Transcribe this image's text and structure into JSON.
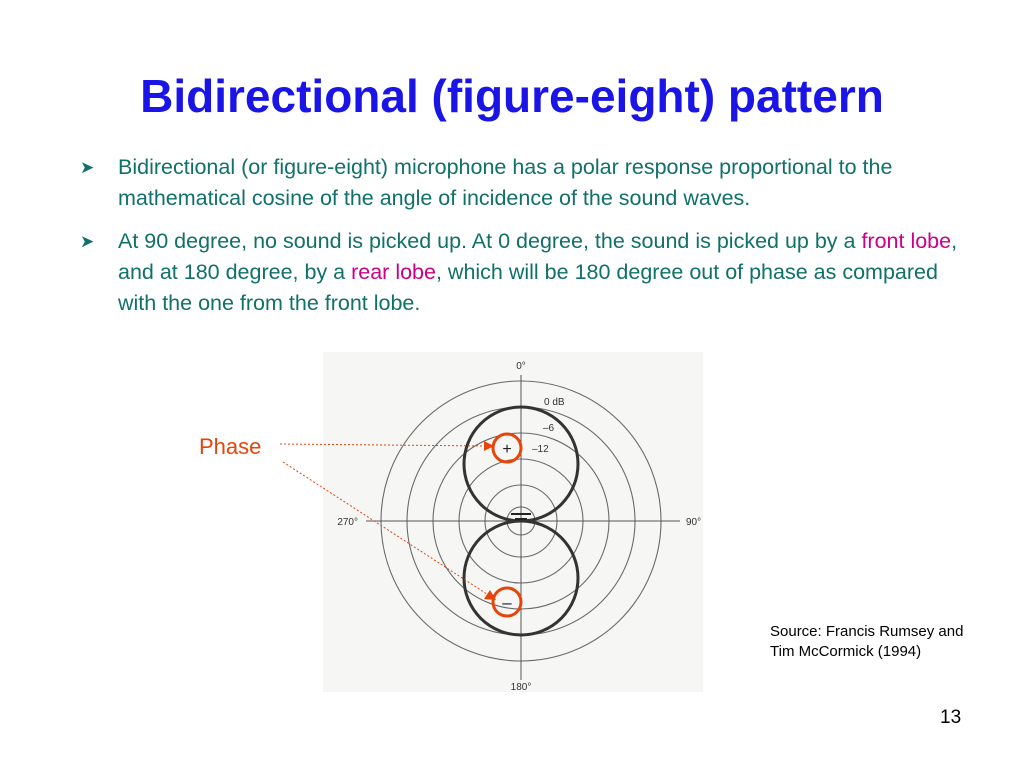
{
  "slide": {
    "title": "Bidirectional (figure-eight) pattern",
    "bullets": [
      {
        "icon": "arrow-bullet-icon",
        "text": "Bidirectional (or figure-eight) microphone has a polar response proportional to the mathematical cosine of the angle of incidence of the sound waves."
      },
      {
        "icon": "arrow-bullet-icon",
        "segments": {
          "a": "At 90 degree, no sound is picked up. At 0 degree, the sound is picked up by a ",
          "b": "front lobe",
          "c": ", and at 180 degree, by a ",
          "d": "rear lobe",
          "e": ", which will be 180 degree out of phase as compared with the one from the front lobe."
        }
      }
    ],
    "phase_label": "Phase",
    "source": {
      "line1": "Source: Francis Rumsey and",
      "line2": "Tim McCormick (1994)"
    },
    "page_number": "13"
  },
  "diagram": {
    "angle_labels": {
      "top": "0°",
      "right": "90°",
      "bottom": "180°",
      "left": "270°"
    },
    "ring_labels": {
      "outer": "0 dB",
      "mid": "–6",
      "inner": "–12"
    },
    "front_sign": "+",
    "rear_sign": "–"
  },
  "colors": {
    "title": "#1a14e6",
    "body_text": "#10706a",
    "highlight": "#cc0088",
    "phase_annotation": "#e8440a"
  }
}
